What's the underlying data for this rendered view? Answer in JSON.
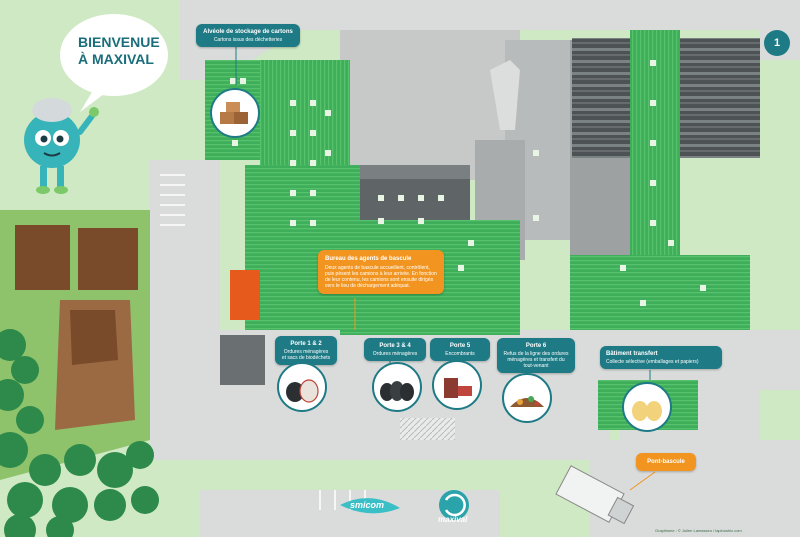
{
  "welcome": "BIENVENUE À MAXIVAL",
  "page_number": "1",
  "credit": "Graphisme : © Julien Lamasseu / lapinoshic.com",
  "labels": {
    "alveole": {
      "title": "Alvéole de stockage de cartons",
      "subtitle": "Cartons issus des déchetteries"
    },
    "bureau": {
      "title": "Bureau des agents de bascule",
      "text": "Deux agents de bascule accueillent, contrôlent, puis pèsent les camions à leur arrivée. En fonction de leur contenu, les camions sont ensuite dirigés vers le lieu de déchargement adéquat."
    },
    "porte12": {
      "title": "Porte 1 & 2",
      "subtitle": "Ordures ménagères et sacs de biodéchets"
    },
    "porte34": {
      "title": "Porte 3 & 4",
      "subtitle": "Ordures ménagères"
    },
    "porte5": {
      "title": "Porte 5",
      "subtitle": "Encombrants"
    },
    "porte6": {
      "title": "Porte 6",
      "subtitle": "Refus de la ligne des ordures ménagères et transfert du tout-venant"
    },
    "transfert": {
      "title": "Bâtiment transfert",
      "subtitle": "Collecte sélective (emballages et papiers)"
    },
    "pontbascule": {
      "title": "Pont-bascule"
    }
  },
  "logos": {
    "smtom": "smicom",
    "maxival": "maxival"
  },
  "colors": {
    "teal": "#1e7a85",
    "orange": "#f29520",
    "roof_green": "#3fae5a",
    "grass": "#cfe9c4",
    "road": "#d9dcdb",
    "dark_grey": "#5f6466"
  }
}
